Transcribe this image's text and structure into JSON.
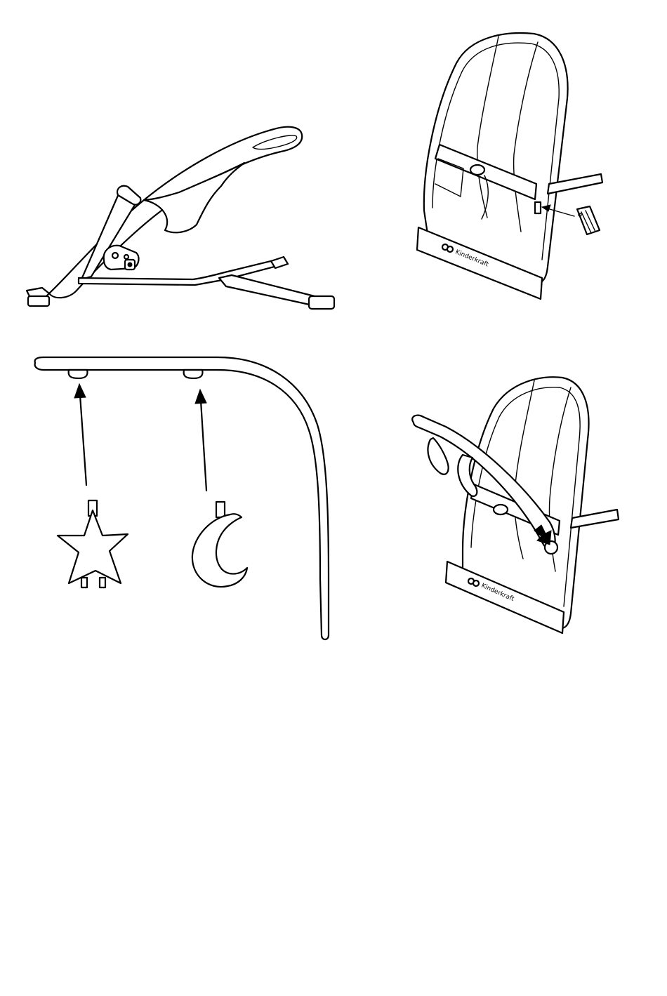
{
  "figures": {
    "bouncer_frame": {},
    "seat_cover": {
      "brand": "Kinderkraft"
    },
    "toy_bar": {
      "toys": [
        "star",
        "moon"
      ]
    },
    "assembled": {
      "brand": "Kinderkraft"
    }
  },
  "colors": {
    "line": "#000000",
    "background": "#ffffff"
  }
}
